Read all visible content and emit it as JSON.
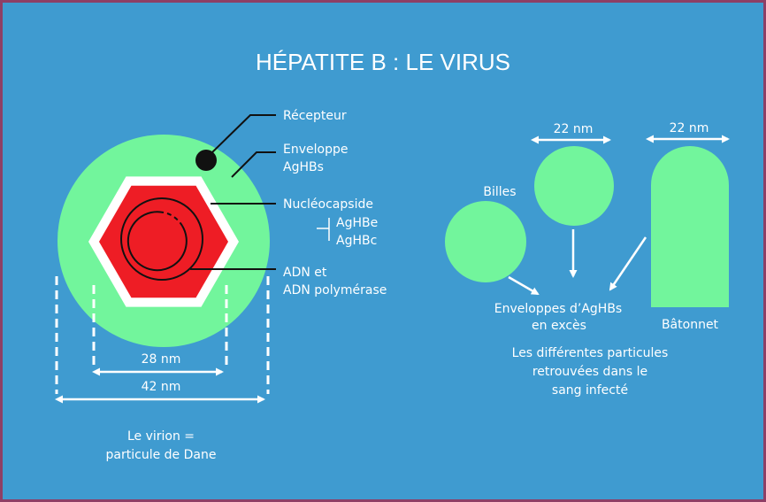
{
  "title": "HÉPATITE B : LE VIRUS",
  "colors": {
    "background": "#3f9bd0",
    "border": "#8e3f66",
    "envelope_green": "#72f59c",
    "capsid_red": "#ee1d25",
    "white": "#ffffff",
    "black": "#111111"
  },
  "virion": {
    "labels": {
      "receptor": "Récepteur",
      "envelope_line1": "Enveloppe",
      "envelope_line2": "AgHBs",
      "nucleocapsid": "Nucléocapside",
      "aghbe": "AgHBe",
      "aghbc": "AgHBc",
      "dna_line1": "ADN et",
      "dna_line2": "ADN polymérase"
    },
    "measure_inner": "28 nm",
    "measure_outer": "42 nm",
    "caption_line1": "Le virion =",
    "caption_line2": "particule de Dane"
  },
  "particles": {
    "measure_sphere": "22 nm",
    "measure_rod": "22 nm",
    "label_billes": "Billes",
    "label_envelopes_line1": "Enveloppes d’AgHBs",
    "label_envelopes_line2": "en excès",
    "label_rod": "Bâtonnet",
    "caption_line1": "Les différentes particules",
    "caption_line2": "retrouvées dans le",
    "caption_line3": "sang infecté"
  }
}
